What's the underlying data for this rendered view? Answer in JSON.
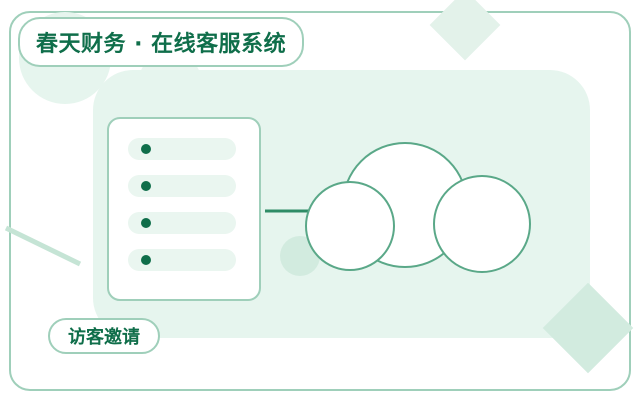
{
  "header": {
    "title": "春天财务 · 在线客服系统"
  },
  "actions": {
    "invite_label": "访客邀请"
  },
  "colors": {
    "accent": "#0f6e4a",
    "border": "#9fcfba",
    "panel": "#e6f5ee",
    "row": "#eaf6f0",
    "background": "#ffffff"
  },
  "illustration": {
    "list_rows": 4,
    "icons": [
      "chat-list-icon",
      "cloud-icon",
      "connector-line"
    ]
  }
}
